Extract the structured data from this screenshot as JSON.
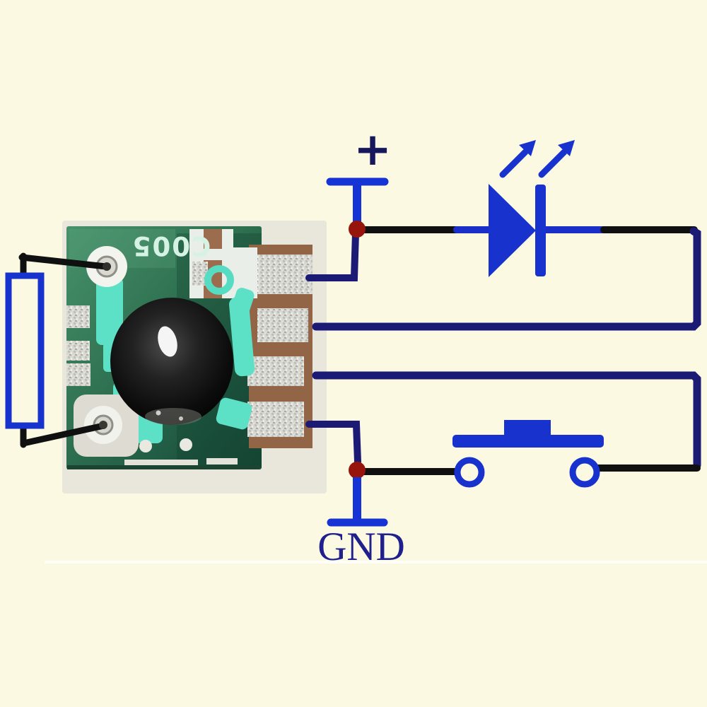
{
  "diagram": {
    "type": "wiring-schematic",
    "background_color": "#fbf9e2",
    "module": {
      "chip_marking": "C005",
      "marking_orientation": "rotated-180",
      "board_color": "#2e7050",
      "copper_tab_color": "#9b6c4d",
      "pad_count_right": 4
    },
    "labels": {
      "power_positive": "+",
      "ground": "GND"
    },
    "colors": {
      "wire_navy": "#1b1b75",
      "wire_black": "#101010",
      "symbol_blue": "#1832cd",
      "stem_blue": "#1634d6",
      "junction_dot": "#96140b",
      "label_navy": "#20208c",
      "plus_navy": "#17175e",
      "silk_text": "#d6f2e4"
    },
    "components": [
      {
        "name": "timer-module-pcb"
      },
      {
        "name": "epoxy-blob-chip"
      },
      {
        "name": "resistor"
      },
      {
        "name": "battery-positive-terminal"
      },
      {
        "name": "led"
      },
      {
        "name": "push-button"
      },
      {
        "name": "ground-terminal"
      }
    ]
  }
}
